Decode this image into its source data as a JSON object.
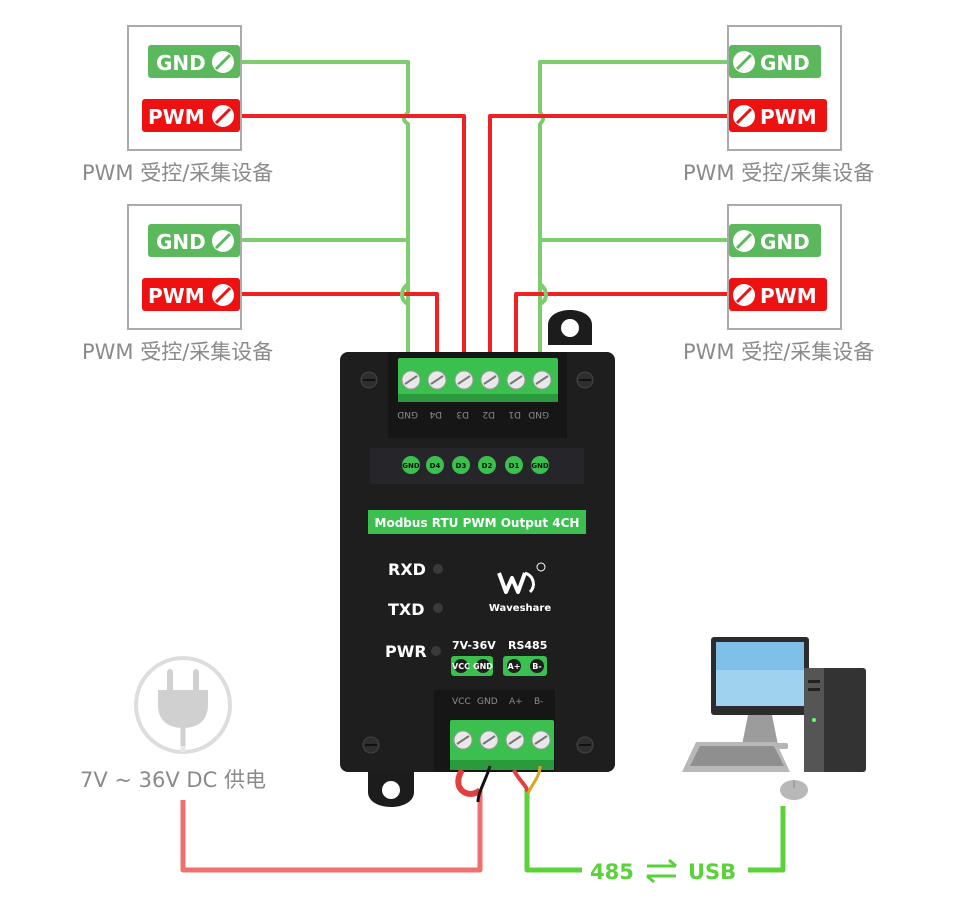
{
  "devices": [
    {
      "gnd_label": "GND",
      "pwm_label": "PWM",
      "caption": "PWM 受控/采集设备"
    },
    {
      "gnd_label": "GND",
      "pwm_label": "PWM",
      "caption": "PWM 受控/采集设备"
    },
    {
      "gnd_label": "GND",
      "pwm_label": "PWM",
      "caption": "PWM 受控/采集设备"
    },
    {
      "gnd_label": "GND",
      "pwm_label": "PWM",
      "caption": "PWM 受控/采集设备"
    }
  ],
  "module": {
    "top_silk": [
      "GND",
      "D4",
      "D3",
      "D2",
      "D1",
      "GND"
    ],
    "top_badges": [
      "GND",
      "D4",
      "D3",
      "D2",
      "D1",
      "GND"
    ],
    "title": "Modbus RTU PWM Output 4CH",
    "leds": [
      "RXD",
      "TXD",
      "PWR"
    ],
    "power_label": "7V-36V",
    "power_badges": [
      "VCC",
      "GND"
    ],
    "rs485_label": "RS485",
    "rs485_badges": [
      "A+",
      "B-"
    ],
    "brand": "Waveshare",
    "bottom_silk": [
      "VCC",
      "GND",
      "A+",
      "B-"
    ]
  },
  "power_caption": "7V ~ 36V DC 供电",
  "link": {
    "left": "485",
    "right": "USB"
  },
  "colors": {
    "gnd": "#5cb85c",
    "pwm": "#ee1111",
    "wire_green": "#7dcc6e",
    "wire_red": "#ee2222",
    "link_green": "#5bd13a",
    "power_wire": "#f07070"
  }
}
